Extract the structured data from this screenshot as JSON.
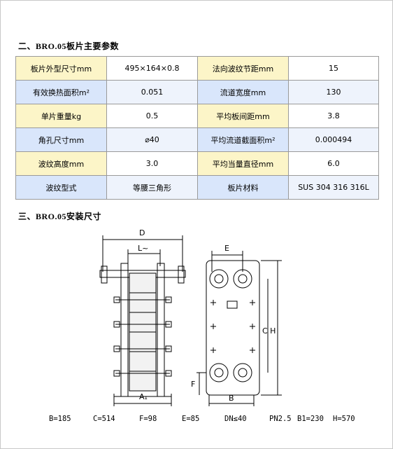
{
  "section2_title": "二、BRO.05板片主要参数",
  "section3_title": "三、BRO.05安装尺寸",
  "table": [
    {
      "label1": "板片外型尺寸mm",
      "value1": "495×164×0.8",
      "label2": "法向波纹节距mm",
      "value2": "15"
    },
    {
      "label1": "有效换热面积m²",
      "value1": "0.051",
      "label2": "流道宽度mm",
      "value2": "130"
    },
    {
      "label1": "单片重量kg",
      "value1": "0.5",
      "label2": "平均板间距mm",
      "value2": "3.8"
    },
    {
      "label1": "角孔尺寸mm",
      "value1": "⌀40",
      "label2": "平均流道截面积m²",
      "value2": "0.000494"
    },
    {
      "label1": "波纹高度mm",
      "value1": "3.0",
      "label2": "平均当量直径mm",
      "value2": "6.0"
    },
    {
      "label1": "波纹型式",
      "value1": "等腰三角形",
      "label2": "板片材料",
      "value2": "SUS 304 316 316L"
    }
  ],
  "diagram_labels": {
    "d": "D",
    "l": "L~",
    "a1": "A₁",
    "e": "E",
    "ch": "C H",
    "f": "F",
    "b": "B"
  },
  "params": [
    "B=185",
    "C=514",
    "F=98",
    "E=85",
    "DN≤40",
    "PN2.5",
    "B1=230",
    "H=570"
  ]
}
